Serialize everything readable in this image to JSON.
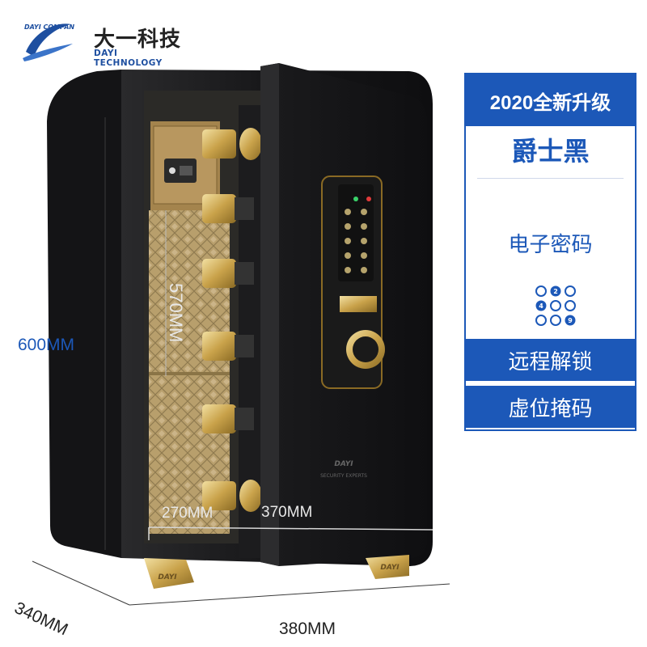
{
  "brand": {
    "logo_text": "DAYI COMPANY",
    "name": "大一科技",
    "subtitle": "DAYI TECHNOLOGY"
  },
  "safe": {
    "door_brand": "DAYI",
    "door_slogan": "SECURITY EXPERTS",
    "foot_badge": "DAYI"
  },
  "dimensions": {
    "height_outer": "600MM",
    "height_inner": "570MM",
    "width_inner_left": "270MM",
    "width_inner_right": "370MM",
    "depth": "340MM",
    "width_outer": "380MM"
  },
  "panel": {
    "header": "2020全新升级",
    "color_name": "爵士黑",
    "feature_1": "电子密码",
    "keypad_digits": [
      "2",
      "4",
      "9"
    ],
    "feature_2": "远程解锁",
    "feature_3": "虚位掩码"
  },
  "colors": {
    "accent": "#1c58b8",
    "safe_body": "#1a1a1c",
    "gold": "#c9a24a"
  }
}
